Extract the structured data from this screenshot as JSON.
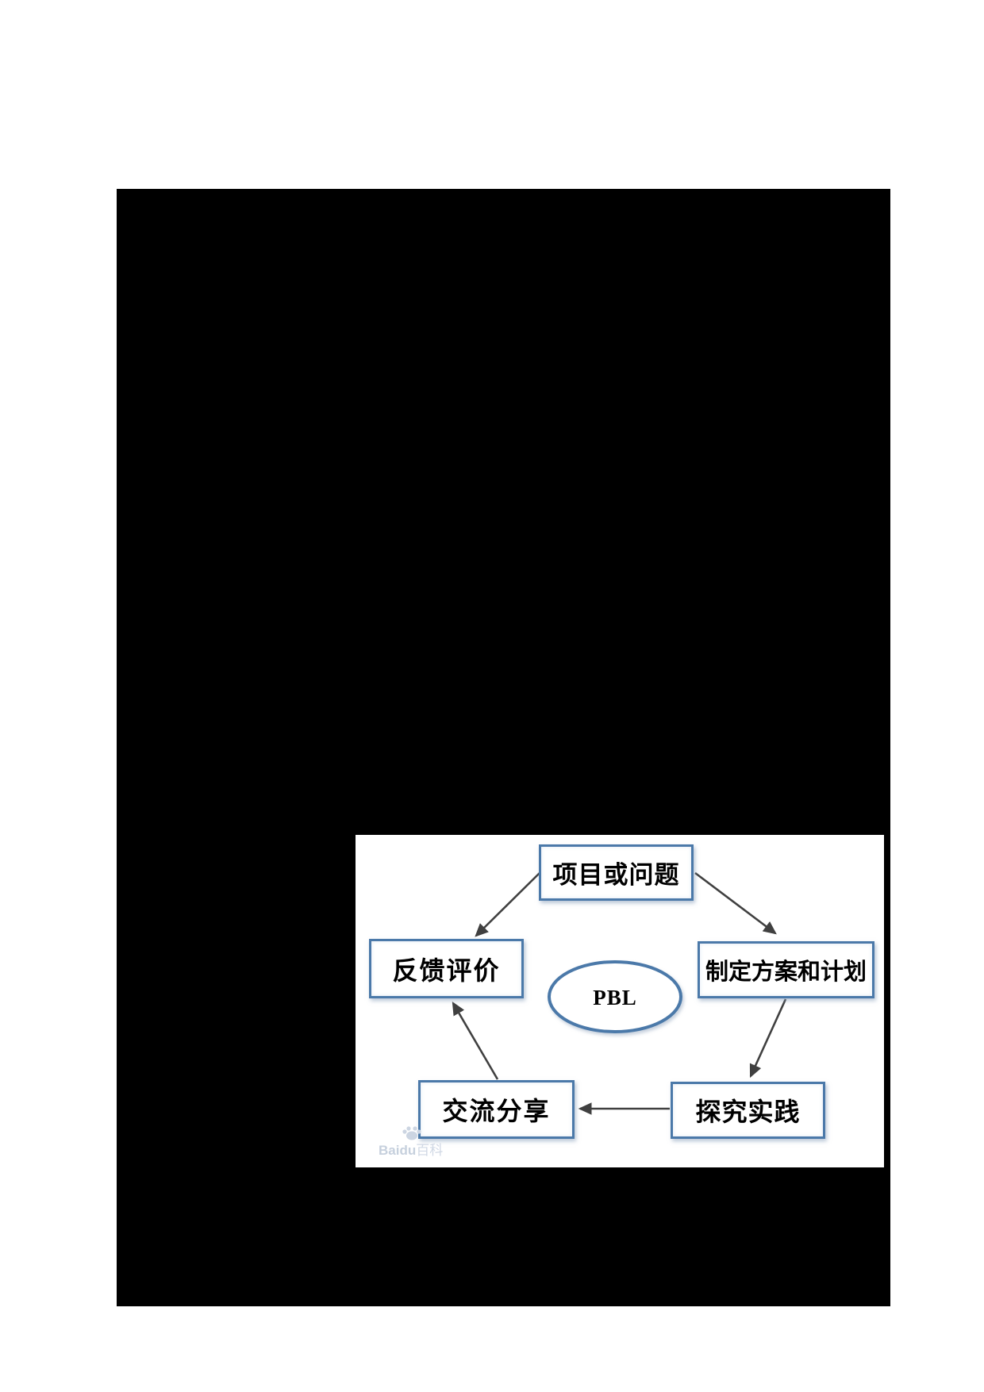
{
  "page": {
    "background_color": "#ffffff",
    "canvas_background_color": "#000000",
    "panel_background_color": "#ffffff"
  },
  "diagram": {
    "center": {
      "label": "PBL"
    },
    "nodes": {
      "top": "项目或问题",
      "right": "制定方案和计划",
      "bottom_right": "探究实践",
      "bottom_left": "交流分享",
      "left": "反馈评价"
    },
    "edges": [
      {
        "from": "项目或问题",
        "to": "反馈评价"
      },
      {
        "from": "项目或问题",
        "to": "制定方案和计划"
      },
      {
        "from": "制定方案和计划",
        "to": "探究实践"
      },
      {
        "from": "探究实践",
        "to": "交流分享"
      },
      {
        "from": "交流分享",
        "to": "反馈评价"
      }
    ],
    "colors": {
      "box_border": "#4b79a9",
      "ellipse_border": "#4b79a9",
      "arrow": "#404040",
      "text": "#000000",
      "watermark": "#c4cedc"
    }
  },
  "watermark": {
    "brand": "Baidu",
    "suffix": "百科"
  }
}
